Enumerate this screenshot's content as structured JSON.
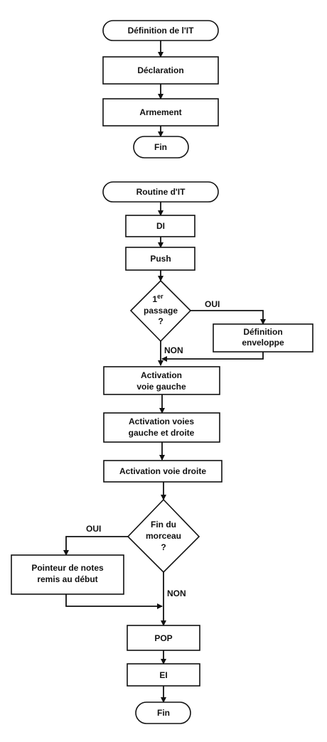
{
  "colors": {
    "stroke": "#111111",
    "background": "#ffffff"
  },
  "nodes": {
    "def_start": "Définition de l'IT",
    "declaration": "Déclaration",
    "armement": "Armement",
    "fin_1": "Fin",
    "routine_start": "Routine d'IT",
    "di": "DI",
    "push": "Push",
    "decision_1": {
      "line1_base": "1",
      "line1_sup": "er",
      "line2": "passage",
      "line3": "?"
    },
    "definition_enveloppe": {
      "line1": "Définition",
      "line2": "enveloppe"
    },
    "activation_gauche": {
      "line1": "Activation",
      "line2": "voie gauche"
    },
    "activation_gauche_droite": {
      "line1": "Activation voies",
      "line2": "gauche et droite"
    },
    "activation_droite": "Activation voie droite",
    "decision_2": {
      "line1": "Fin du",
      "line2": "morceau",
      "line3": "?"
    },
    "pointeur": {
      "line1": "Pointeur de notes",
      "line2": "remis au début"
    },
    "pop": "POP",
    "ei": "EI",
    "fin_2": "Fin"
  },
  "edge_labels": {
    "oui_1": "OUI",
    "non_1": "NON",
    "oui_2": "OUI",
    "non_2": "NON"
  }
}
